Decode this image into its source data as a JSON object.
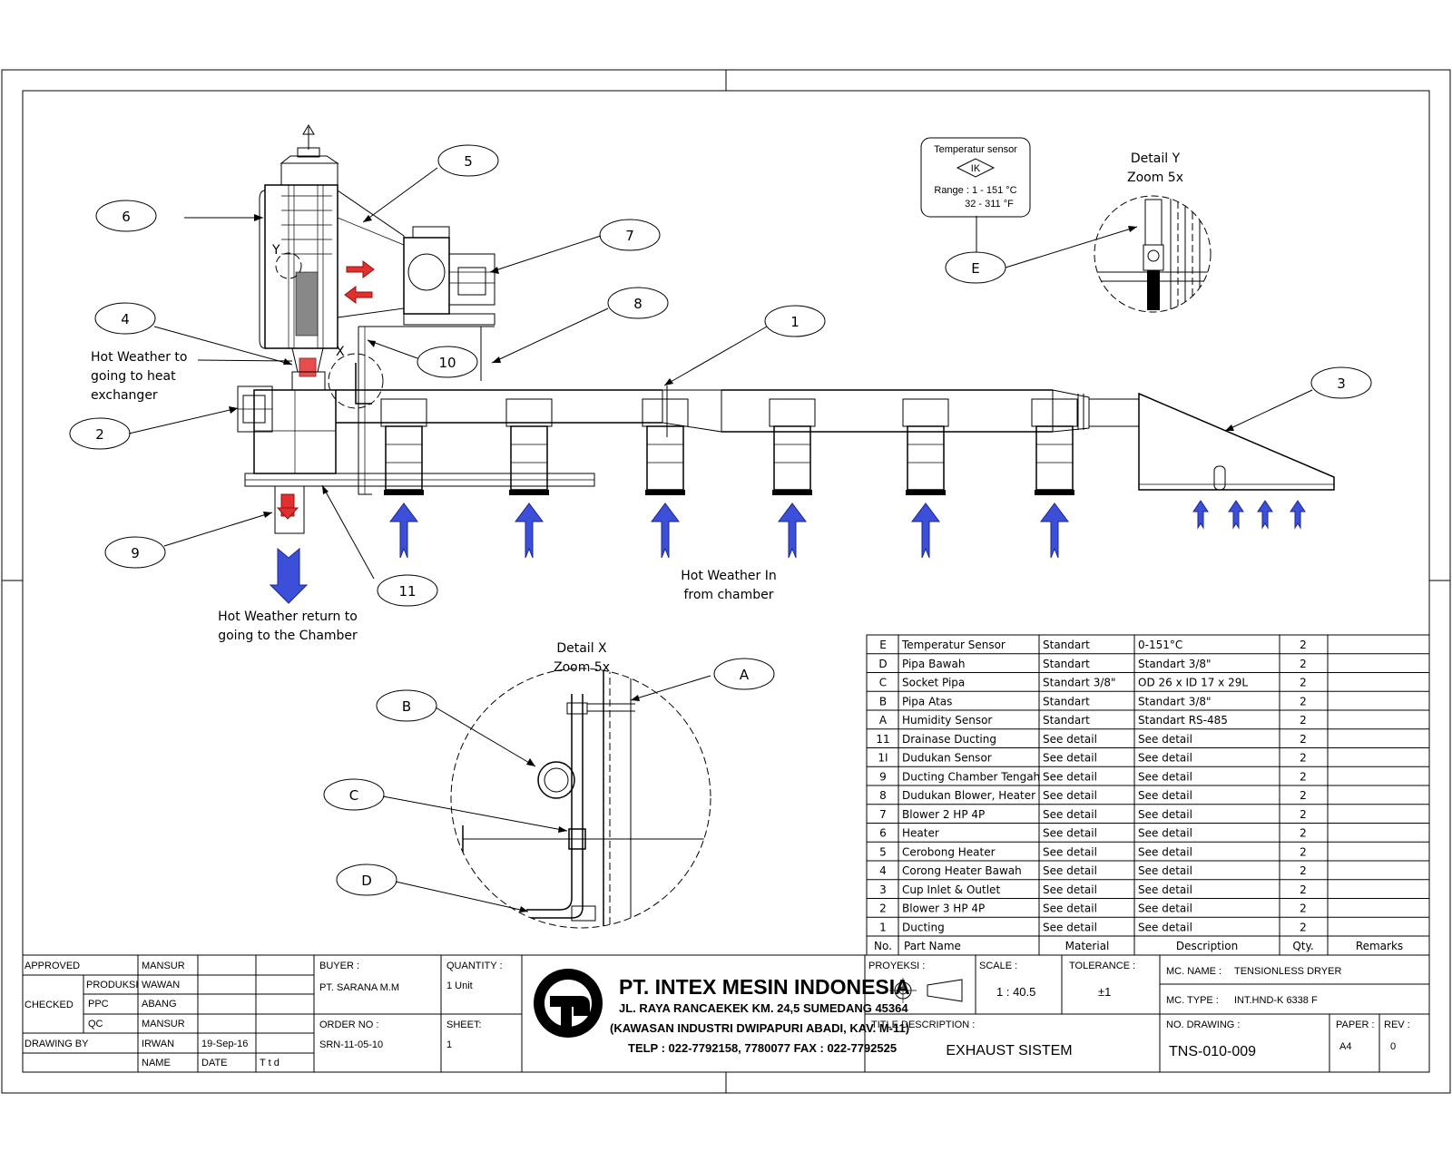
{
  "bubbles": {
    "b1": "1",
    "b2": "2",
    "b3": "3",
    "b4": "4",
    "b5": "5",
    "b6": "6",
    "b7": "7",
    "b8": "8",
    "b9": "9",
    "b10": "10",
    "b11": "11",
    "bA": "A",
    "bB": "B",
    "bC": "C",
    "bD": "D",
    "bE": "E"
  },
  "view_markers": {
    "x": "X",
    "y": "Y"
  },
  "annotations": {
    "hot_to_hx_1": "Hot Weather to",
    "hot_to_hx_2": "going to heat",
    "hot_to_hx_3": "exchanger",
    "hot_in_1": "Hot Weather In",
    "hot_in_2": "from chamber",
    "hot_return_1": "Hot Weather return to",
    "hot_return_2": "going to the Chamber",
    "detail_x_1": "Detail X",
    "detail_x_2": "Zoom 5x",
    "detail_y_1": "Detail Y",
    "detail_y_2": "Zoom 5x"
  },
  "sensor_box": {
    "title": "Temperatur sensor",
    "code": "IK",
    "range_1": "Range : 1 - 151 °C",
    "range_2": "32 - 311 °F"
  },
  "parts_table": {
    "headers": [
      "No.",
      "Part Name",
      "Material",
      "Description",
      "Qty.",
      "Remarks"
    ],
    "rows": [
      [
        "E",
        "Temperatur Sensor",
        "Standart",
        "0-151°C",
        "2",
        ""
      ],
      [
        "D",
        "Pipa Bawah",
        "Standart",
        "Standart 3/8\"",
        "2",
        ""
      ],
      [
        "C",
        "Socket Pipa",
        "Standart 3/8\"",
        "OD 26 x ID 17 x 29L",
        "2",
        ""
      ],
      [
        "B",
        "Pipa Atas",
        "Standart",
        "Standart 3/8\"",
        "2",
        ""
      ],
      [
        "A",
        "Humidity Sensor",
        "Standart",
        "Standart RS-485",
        "2",
        ""
      ],
      [
        "11",
        "Drainase Ducting",
        "See detail",
        "See detail",
        "2",
        ""
      ],
      [
        "1I",
        "Dudukan Sensor",
        "See detail",
        "See detail",
        "2",
        ""
      ],
      [
        "9",
        "Ducting Chamber Tengah",
        "See detail",
        "See detail",
        "2",
        ""
      ],
      [
        "8",
        "Dudukan Blower, Heater",
        "See detail",
        "See detail",
        "2",
        ""
      ],
      [
        "7",
        "Blower 2 HP 4P",
        "See detail",
        "See detail",
        "2",
        ""
      ],
      [
        "6",
        "Heater",
        "See detail",
        "See detail",
        "2",
        ""
      ],
      [
        "5",
        "Cerobong Heater",
        "See detail",
        "See detail",
        "2",
        ""
      ],
      [
        "4",
        "Corong Heater Bawah",
        "See detail",
        "See detail",
        "2",
        ""
      ],
      [
        "3",
        "Cup Inlet & Outlet",
        "See detail",
        "See detail",
        "2",
        ""
      ],
      [
        "2",
        "Blower 3 HP 4P",
        "See detail",
        "See detail",
        "2",
        ""
      ],
      [
        "1",
        "Ducting",
        "See detail",
        "See detail",
        "2",
        ""
      ]
    ]
  },
  "title_block": {
    "approved": "APPROVED",
    "approved_name": "MANSUR",
    "checked": "CHECKED",
    "produksi": "PRODUKSI",
    "produksi_name": "WAWAN",
    "ppc": "PPC",
    "ppc_name": "ABANG",
    "qc": "QC",
    "qc_name": "MANSUR",
    "drawing_by": "DRAWING BY",
    "drawing_by_name": "IRWAN",
    "drawing_date": "19-Sep-16",
    "col_name": "NAME",
    "col_date": "DATE",
    "col_ttd": "T t d",
    "buyer_label": "BUYER :",
    "buyer_value": "PT. SARANA M.M",
    "order_label": "ORDER NO :",
    "order_value": "SRN-11-05-10",
    "quantity_label": "QUANTITY :",
    "quantity_value": "1 Unit",
    "sheet_label": "SHEET:",
    "sheet_value": "1",
    "company": "PT. INTEX MESIN INDONESIA",
    "addr_1": "JL. RAYA RANCAEKEK KM. 24,5 SUMEDANG 45364",
    "addr_2": "(KAWASAN INDUSTRI DWIPAPURI ABADI, KAV. M-11)",
    "addr_3": "TELP : 022-7792158, 7780077 FAX : 022-7792525",
    "proyeksi_label": "PROYEKSI :",
    "scale_label": "SCALE :",
    "scale_value": "1 : 40.5",
    "tolerance_label": "TOLERANCE :",
    "tolerance_value": "±1",
    "mc_name_label": "MC. NAME :",
    "mc_name_value": "TENSIONLESS DRYER",
    "mc_type_label": "MC. TYPE :",
    "mc_type_value": "INT.HND-K 6338 F",
    "title_desc_label": "TITLE DESCRIPTION :",
    "title_desc_value": "EXHAUST SISTEM",
    "no_drawing_label": "NO. DRAWING :",
    "no_drawing_value": "TNS-010-009",
    "paper_label": "PAPER :",
    "paper_value": "A4",
    "rev_label": "REV :",
    "rev_value": "0"
  }
}
